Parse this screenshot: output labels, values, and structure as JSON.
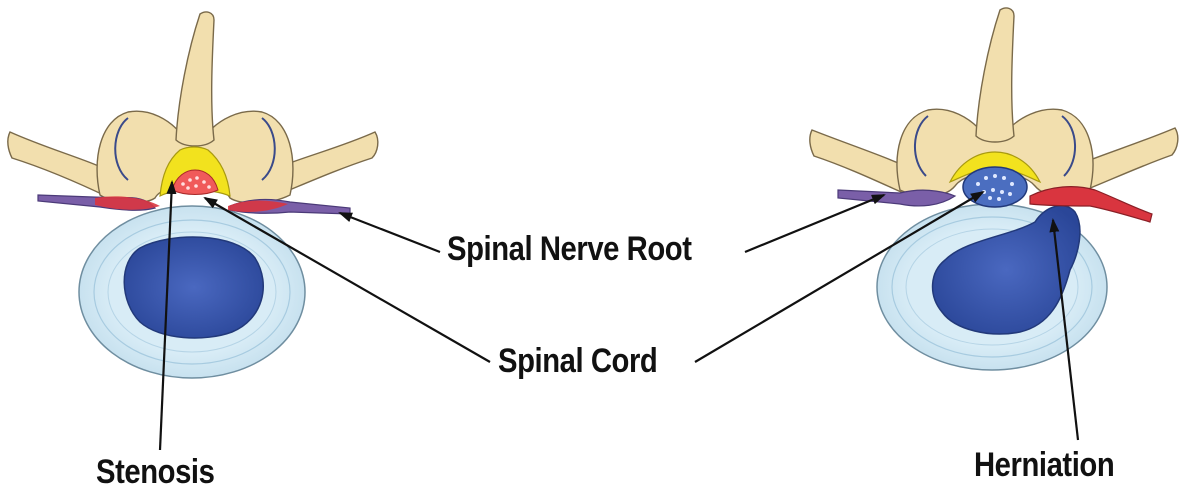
{
  "labels": {
    "spinal_nerve_root": "Spinal Nerve Root",
    "spinal_cord": "Spinal Cord",
    "stenosis": "Stenosis",
    "herniation": "Herniation"
  },
  "colors": {
    "bone": "#f2dfae",
    "bone_outline": "#7a6a4a",
    "ligament": "#f2e21e",
    "cord_stenosis": "#f05a5a",
    "nerve_red": "#d9353f",
    "nerve_purple": "#7a5fa8",
    "disc_annulus": "#d3e9f3",
    "disc_nucleus": "#2f4fa6",
    "label_text": "#111111"
  }
}
